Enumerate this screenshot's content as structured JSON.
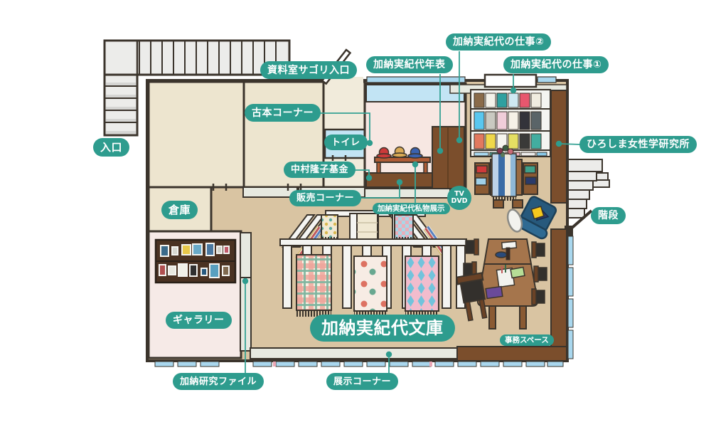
{
  "title": "加納実紀代文庫",
  "accent_color": "#2e9c8e",
  "floor_color": "#d9c4a2",
  "labels": {
    "entrance": "入口",
    "sagori_entrance": "資料室サゴリ入口",
    "used_books_corner": "古本コーナー",
    "toilet": "トイレ",
    "nakamura_fund": "中村隆子基金",
    "sales_corner": "販売コーナー",
    "personal_items_exhibit": "加納実紀代私物展示",
    "chronology": "加納実紀代年表",
    "works_2": "加納実紀代の仕事②",
    "works_1": "加納実紀代の仕事①",
    "hiroshima_institute": "ひろしま女性学研究所",
    "stairs": "階段",
    "storage": "倉庫",
    "gallery": "ギャラリー",
    "kano_research_files": "加納研究ファイル",
    "exhibition_corner": "展示コーナー",
    "office_space": "事務スペース",
    "tv": "TV",
    "dvd": "DVD"
  }
}
